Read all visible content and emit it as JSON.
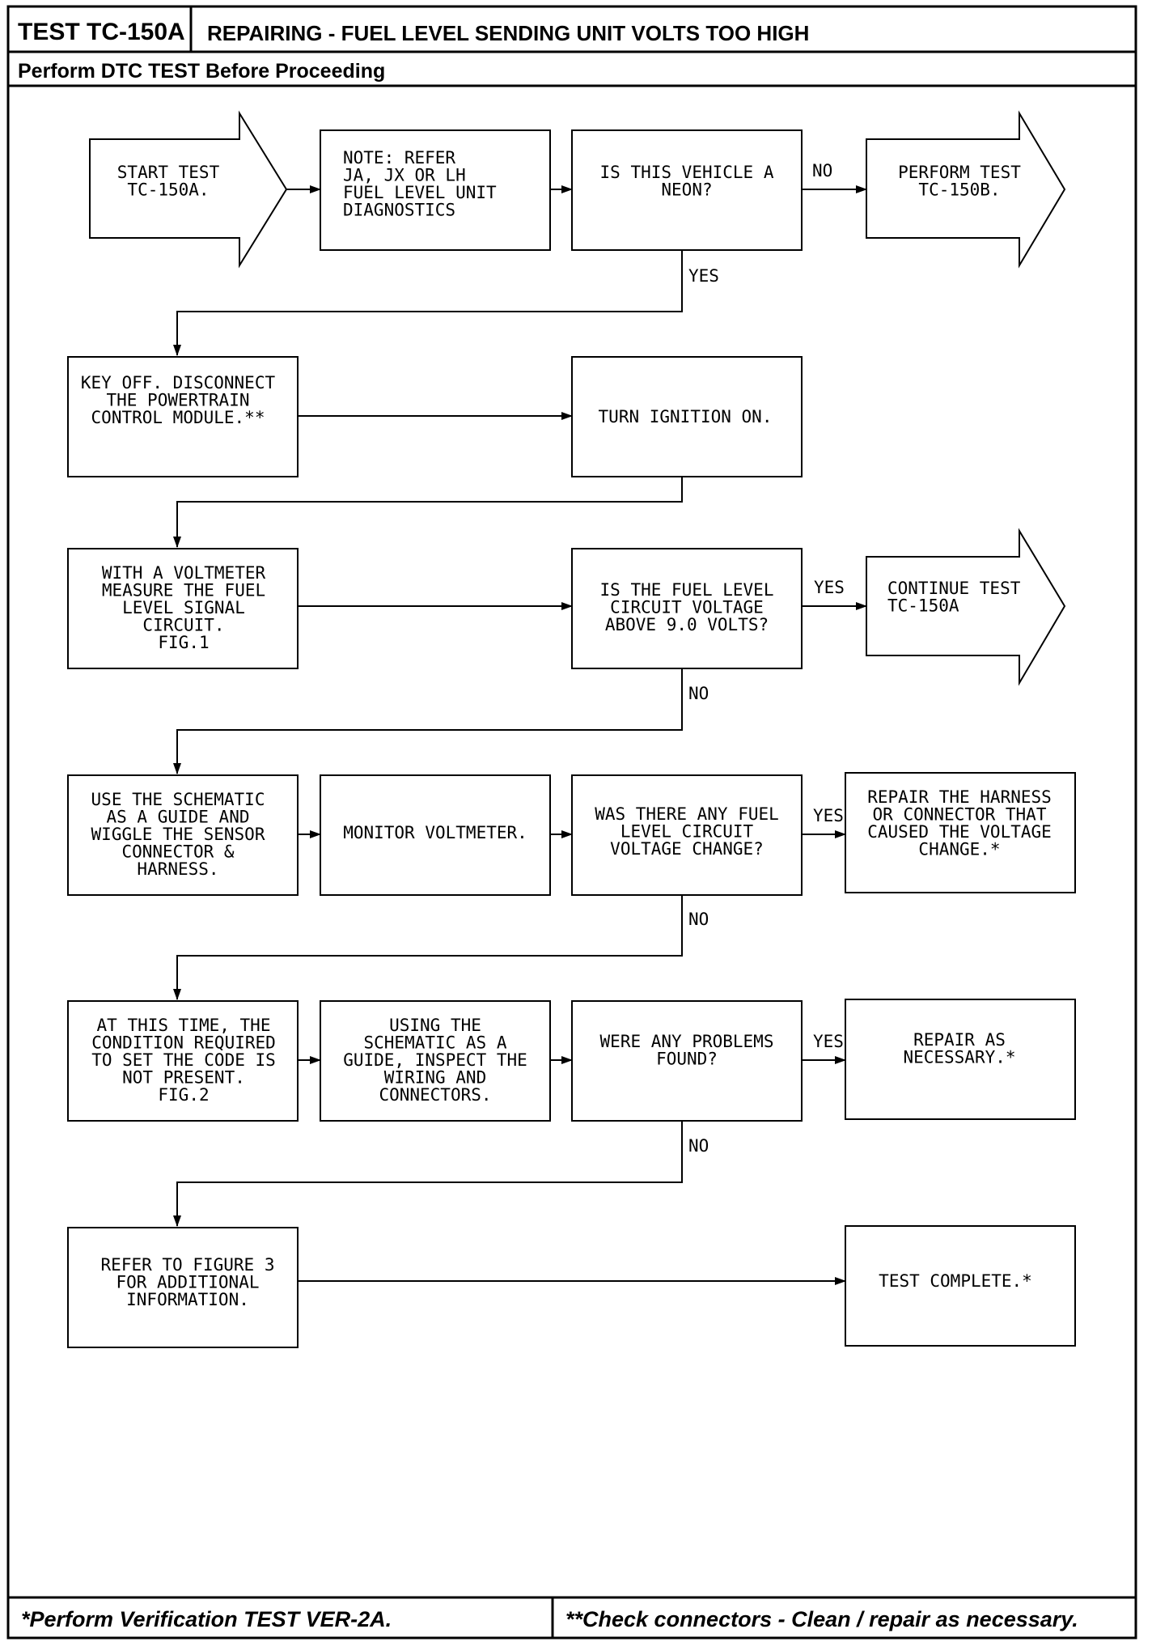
{
  "header": {
    "test_id": "TEST TC-150A",
    "title": "REPAIRING - FUEL LEVEL SENDING UNIT VOLTS TOO HIGH",
    "subtitle": "Perform DTC TEST Before Proceeding"
  },
  "footer": {
    "left": "*Perform Verification TEST VER-2A.",
    "right": "**Check connectors - Clean / repair as necessary."
  },
  "nodes": [
    {
      "id": "start",
      "lines": [
        "START TEST",
        "TC-150A."
      ]
    },
    {
      "id": "note",
      "lines": [
        "NOTE: REFER",
        "JA, JX OR LH",
        "FUEL LEVEL UNIT",
        "DIAGNOSTICS"
      ]
    },
    {
      "id": "q_neon",
      "lines": [
        "IS THIS VEHICLE A",
        "NEON?"
      ]
    },
    {
      "id": "perform_b",
      "lines": [
        "PERFORM TEST",
        "TC-150B."
      ]
    },
    {
      "id": "key_off",
      "lines": [
        "KEY OFF. DISCONNECT",
        "THE POWERTRAIN",
        "CONTROL MODULE.**"
      ]
    },
    {
      "id": "ign_on",
      "lines": [
        "TURN IGNITION ON."
      ]
    },
    {
      "id": "measure",
      "lines": [
        "WITH A VOLTMETER",
        "MEASURE THE FUEL",
        "LEVEL SIGNAL",
        "CIRCUIT.",
        "FIG.1"
      ]
    },
    {
      "id": "q_volt",
      "lines": [
        "IS THE FUEL LEVEL",
        "CIRCUIT VOLTAGE",
        "ABOVE 9.0 VOLTS?"
      ]
    },
    {
      "id": "continue",
      "lines": [
        "CONTINUE TEST",
        "TC-150A"
      ]
    },
    {
      "id": "wiggle",
      "lines": [
        "USE THE SCHEMATIC",
        "AS A GUIDE AND",
        "WIGGLE THE SENSOR",
        "CONNECTOR &",
        "HARNESS."
      ]
    },
    {
      "id": "monitor",
      "lines": [
        "MONITOR VOLTMETER."
      ]
    },
    {
      "id": "q_change",
      "lines": [
        "WAS THERE ANY FUEL",
        "LEVEL CIRCUIT",
        "VOLTAGE CHANGE?"
      ]
    },
    {
      "id": "repair_harness",
      "lines": [
        "REPAIR THE HARNESS",
        "OR CONNECTOR THAT",
        "CAUSED THE VOLTAGE",
        "CHANGE.*"
      ]
    },
    {
      "id": "not_present",
      "lines": [
        "AT THIS TIME, THE",
        "CONDITION REQUIRED",
        "TO SET THE CODE IS",
        "NOT PRESENT.",
        "FIG.2"
      ]
    },
    {
      "id": "inspect",
      "lines": [
        "USING THE",
        "SCHEMATIC AS A",
        "GUIDE, INSPECT THE",
        "WIRING AND",
        "CONNECTORS."
      ]
    },
    {
      "id": "q_problems",
      "lines": [
        "WERE ANY PROBLEMS",
        "FOUND?"
      ]
    },
    {
      "id": "repair_nec",
      "lines": [
        "REPAIR AS",
        "NECESSARY.*"
      ]
    },
    {
      "id": "refer_fig3",
      "lines": [
        "REFER TO FIGURE 3",
        "FOR ADDITIONAL",
        "INFORMATION."
      ]
    },
    {
      "id": "complete",
      "lines": [
        "TEST COMPLETE.*"
      ]
    }
  ],
  "edge_labels": {
    "neon_no": "NO",
    "neon_yes": "YES",
    "volt_yes": "YES",
    "volt_no": "NO",
    "change_yes": "YES",
    "change_no": "NO",
    "problems_yes": "YES",
    "problems_no": "NO"
  }
}
